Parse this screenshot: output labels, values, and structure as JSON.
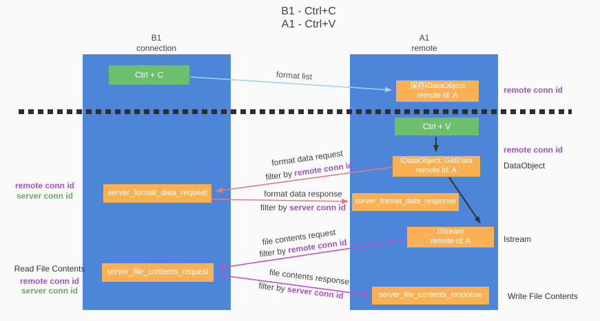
{
  "title": {
    "line1": "B1 - Ctrl+C",
    "line2": "A1 - Ctrl+V"
  },
  "lifelines": {
    "left": {
      "name": "B1",
      "role": "connection"
    },
    "right": {
      "name": "A1",
      "role": "remote"
    }
  },
  "nodes": {
    "ctrl_c": {
      "label": "Ctrl + C"
    },
    "save_idataobject": {
      "line1": "保存IDataObject",
      "line2": "remote id: A"
    },
    "ctrl_v": {
      "label": "Ctrl + V"
    },
    "getdata": {
      "line1": "IDataObject::GetData",
      "line2": "remote id: A"
    },
    "format_request": {
      "label": "server_format_data_request"
    },
    "format_response": {
      "label": "server_format_data_response"
    },
    "istream": {
      "line1": "IStream",
      "line2": "remote id: A"
    },
    "file_request": {
      "label": "server_file_contents_request"
    },
    "file_response": {
      "label": "server_file_contents_response"
    }
  },
  "edge_labels": {
    "format_list": "format list",
    "format_request": {
      "title": "format data request",
      "filter_prefix": "filter by ",
      "filter_key": "remote conn id"
    },
    "format_response": {
      "title": "format data response",
      "filter_prefix": "filter by ",
      "filter_key": "server conn id"
    },
    "file_request": {
      "title": "file contents request",
      "filter_prefix": "filter by ",
      "filter_key": "remote conn id"
    },
    "file_response": {
      "title": "file contents response",
      "filter_prefix": "filter by ",
      "filter_key": "server conn id"
    }
  },
  "side_labels": {
    "right_top_remote_conn": "remote conn id",
    "right_mid_remote_conn": "remote conn id",
    "dataobject": "DataObject",
    "istream": "Istream",
    "write_file_contents": "Write File Contents",
    "left_format_remote_conn": "remote conn id",
    "left_format_server_conn": "server conn id",
    "read_file_contents": "Read File Contents",
    "left_file_remote_conn": "remote conn id",
    "left_file_server_conn": "server conn id"
  },
  "colors": {
    "lifeline_blue": "#4d86d9",
    "node_orange": "#fbb153",
    "node_green": "#6dbf6e",
    "remote_conn_purple": "#a352c7",
    "server_conn_green": "#67ad67",
    "format_arrow_salmon": "#e87a7a",
    "file_arrow_magenta": "#c44fc4",
    "format_list_blue": "#a5d2f3",
    "black_arrow": "#333333"
  }
}
